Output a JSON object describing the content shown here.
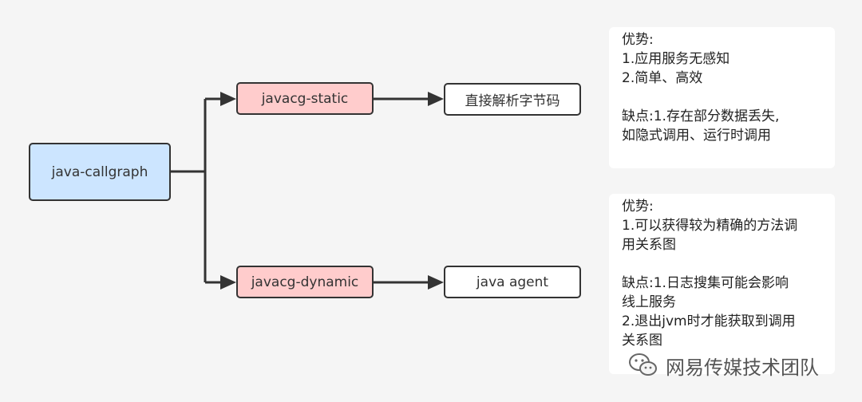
{
  "nodes": {
    "root": "java-callgraph",
    "static": "javacg-static",
    "dynamic": "javacg-dynamic",
    "bytecode": "直接解析字节码",
    "agent": "java agent"
  },
  "notes": {
    "static": {
      "pros_title": "优势:",
      "pros": [
        "1.应用服务无感知",
        "2.简单、高效"
      ],
      "cons": [
        "缺点:1.存在部分数据丢失,",
        "如隐式调用、运行时调用"
      ]
    },
    "dynamic": {
      "pros_title": "优势:",
      "pros": [
        "1.可以获得较为精确的方法调",
        "用关系图"
      ],
      "cons": [
        "缺点:1.日志搜集可能会影响",
        "线上服务",
        "2.退出jvm时才能获取到调用",
        "关系图"
      ]
    }
  },
  "watermark": {
    "text": "网易传媒技术团队",
    "icon": "wechat-icon"
  },
  "colors": {
    "root_fill": "#cce5ff",
    "module_fill": "#ffcccc",
    "leaf_fill": "#ffffff",
    "line": "#333333"
  }
}
